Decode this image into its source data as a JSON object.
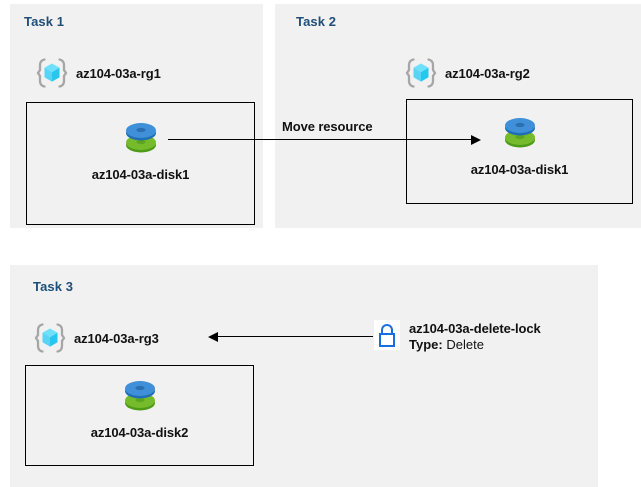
{
  "diagram": {
    "title_color": "#1f4e79",
    "panel_bg": "#f1f1f1",
    "page_bg": "#ffffff",
    "lock_color": "#1a6fe0",
    "disk_top_color": "#3f8fd9",
    "disk_bottom_color": "#6fb12a",
    "rg_cube_color": "#5cd6f5",
    "rg_bracket_color": "#a6a6a6"
  },
  "panels": [
    {
      "id": "task1",
      "label": "Task 1",
      "resource_group": "az104-03a-rg1",
      "resource": "az104-03a-disk1"
    },
    {
      "id": "task2",
      "label": "Task 2",
      "resource_group": "az104-03a-rg2",
      "resource": "az104-03a-disk1"
    },
    {
      "id": "task3",
      "label": "Task 3",
      "resource_group": "az104-03a-rg3",
      "resource": "az104-03a-disk2"
    }
  ],
  "connectors": {
    "move_resource_label": "Move resource",
    "lock": {
      "name": "az104-03a-delete-lock",
      "type_key": "Type:",
      "type_value": "Delete"
    }
  }
}
